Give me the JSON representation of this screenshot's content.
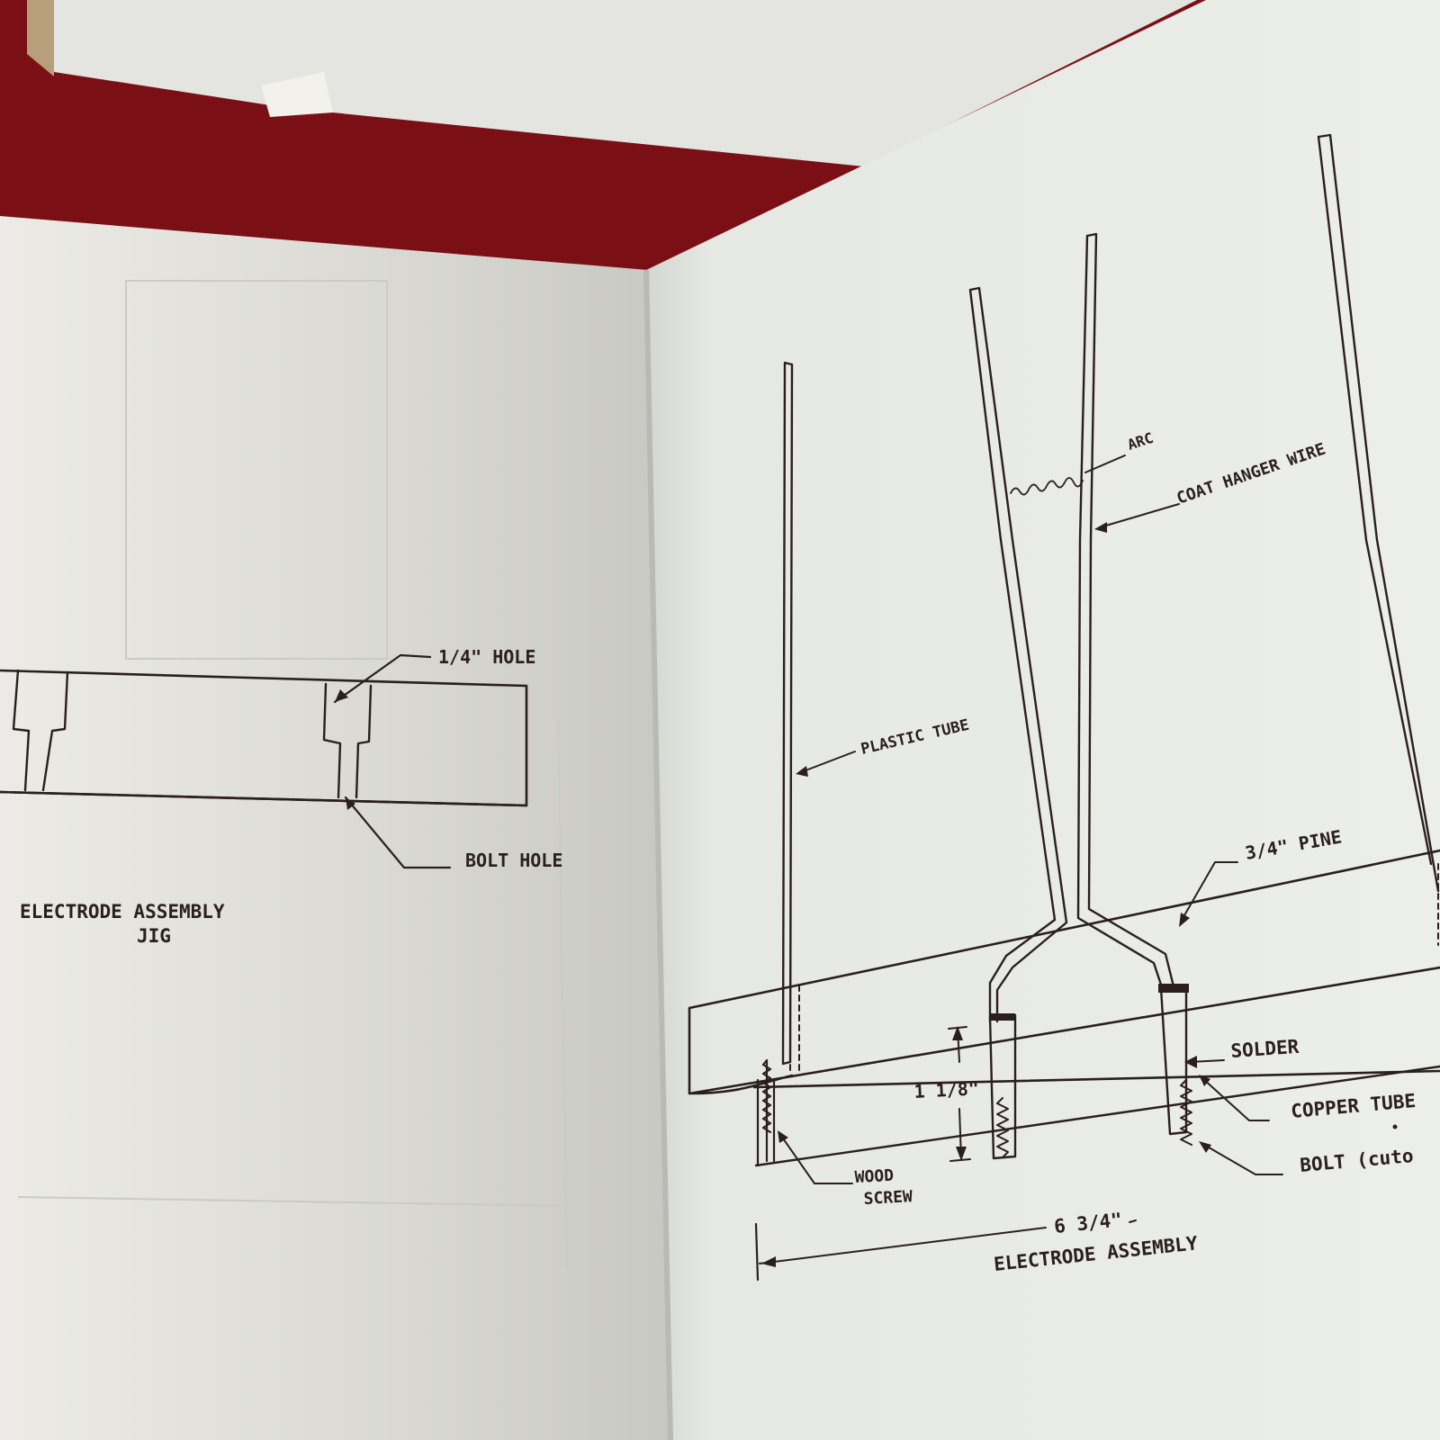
{
  "left_page": {
    "labels": {
      "hole": "1/4\" HOLE",
      "bolt_hole": "BOLT HOLE",
      "caption_line1": "ELECTRODE ASSEMBLY",
      "caption_line2": "JIG"
    }
  },
  "right_page": {
    "labels": {
      "arc": "ARC",
      "coat_hanger_wire": "COAT HANGER WIRE",
      "plastic_tube": "PLASTIC TUBE",
      "pine": "3/4\" PINE",
      "solder": "SOLDER",
      "copper_tube": "COPPER TUBE",
      "bolt": "BOLT (cuto",
      "height_dim": "1 1/8\"",
      "wood": "WOOD",
      "screw": "SCREW",
      "width_dim": "6 3/4\"",
      "caption": "ELECTRODE ASSEMBLY"
    }
  }
}
